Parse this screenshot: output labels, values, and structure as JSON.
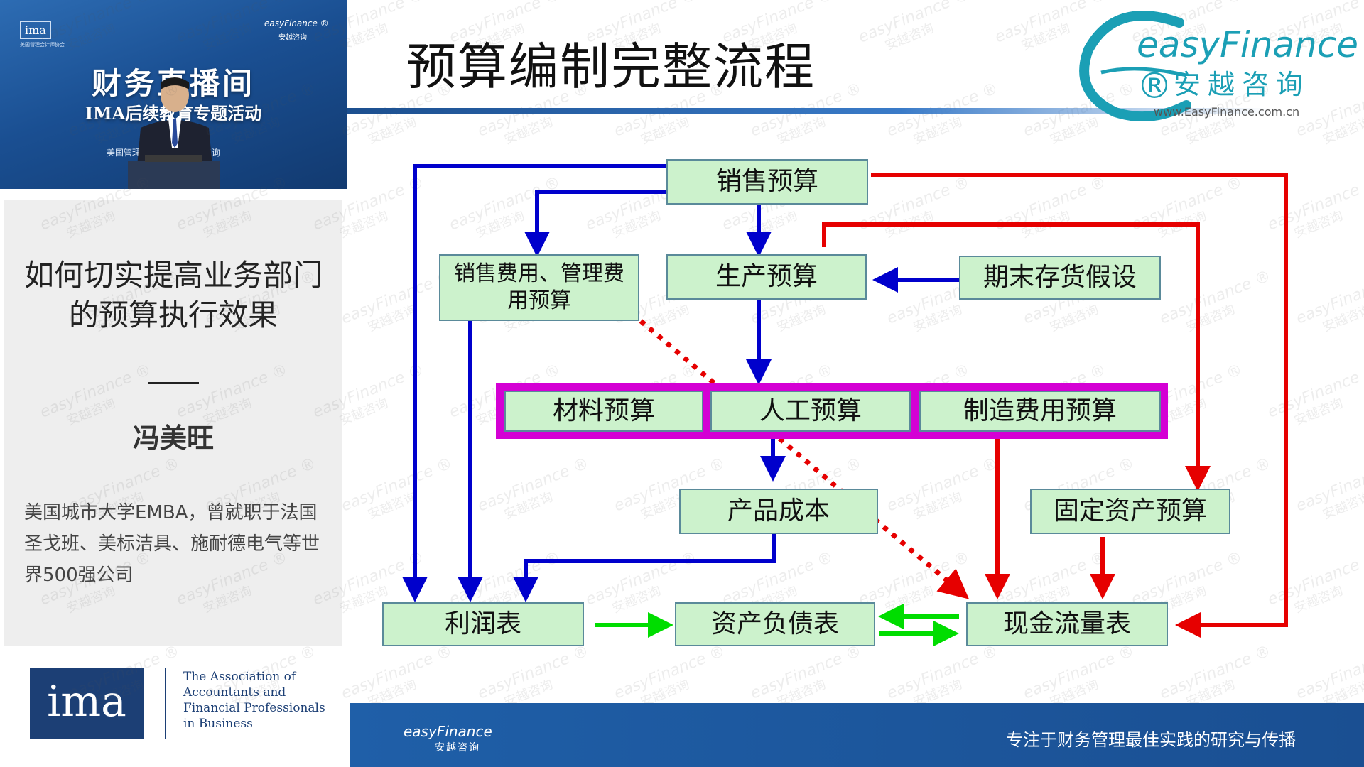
{
  "stream": {
    "ima_mini_logo": "ima",
    "ima_mini_sub": "美国管理会计师协会",
    "ef_mini_logo": "easyFinance ®",
    "ef_mini_cn": "安越咨询",
    "title": "财务直播间",
    "subtitle": "IMA后续教育专题活动",
    "org_line": "美国管理会计师协会 安越咨询"
  },
  "talk": {
    "title": "如何切实提高业务部门的预算执行效果",
    "speaker": "冯美旺",
    "bio": "美国城市大学EMBA，曾就职于法国圣戈班、美标洁具、施耐德电气等世界500强公司"
  },
  "ima_logo": {
    "mark": "ima",
    "tagline": "The Association of Accountants and Financial Professionals in Business"
  },
  "slide": {
    "title": "预算编制完整流程"
  },
  "brand": {
    "name": "easyFinance ®",
    "cn": "安越咨询",
    "url": "www.EasyFinance.com.cn"
  },
  "diagram": {
    "nodes": {
      "sales_budget": "销售预算",
      "sga_budget": "销售费用、管理费用预算",
      "production_budget": "生产预算",
      "ending_inventory": "期末存货假设",
      "material_budget": "材料预算",
      "labor_budget": "人工预算",
      "overhead_budget": "制造费用预算",
      "product_cost": "产品成本",
      "fixed_asset_budget": "固定资产预算",
      "income_statement": "利润表",
      "balance_sheet": "资产负债表",
      "cash_flow_statement": "现金流量表"
    },
    "colors": {
      "node_fill": "#ccf2cc",
      "group_fill": "#d400d4",
      "blue_flow": "#0000cc",
      "red_flow": "#e60000",
      "green_flow": "#00dd00"
    }
  },
  "footer": {
    "logo": "easyFinance",
    "logo_cn": "安越咨询",
    "tagline": "专注于财务管理最佳实践的研究与传播"
  },
  "watermark": {
    "text": "easyFinance ®",
    "text_cn": "安越咨询"
  }
}
